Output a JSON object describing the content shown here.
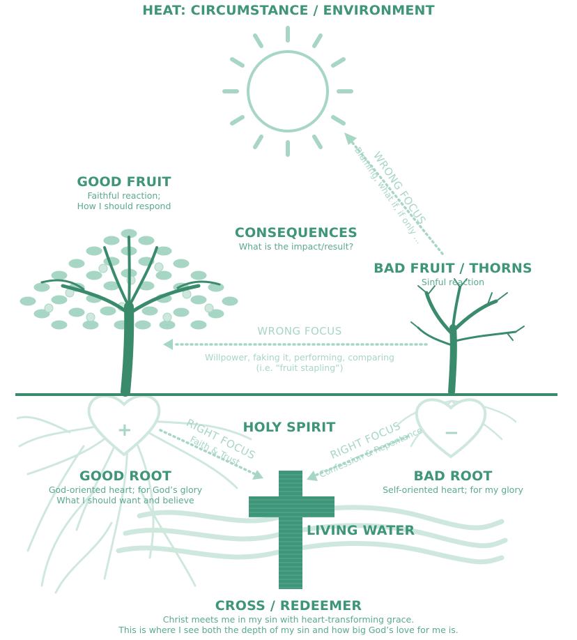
{
  "colors": {
    "primary": "#3f9579",
    "dark": "#3a8a6c",
    "pale": "#a7d6c4",
    "very_pale": "#cfe8de",
    "background": "#ffffff"
  },
  "heat": {
    "title": "HEAT: CIRCUMSTANCE / ENVIRONMENT",
    "icon": "sun-icon"
  },
  "good_fruit": {
    "title": "GOOD FRUIT",
    "line1": "Faithful reaction;",
    "line2": "How I should respond",
    "icon": "leafy-tree-icon"
  },
  "consequences": {
    "title": "CONSEQUENCES",
    "subtitle": "What is the impact/result?"
  },
  "bad_fruit": {
    "title": "BAD FRUIT / THORNS",
    "subtitle": "Sinful reaction",
    "icon": "dead-tree-icon"
  },
  "wrong_focus_diag": {
    "title": "WRONG FOCUS",
    "text": "Blaming, what if, if only ..."
  },
  "wrong_focus_horiz": {
    "title": "WRONG FOCUS",
    "line1": "Willpower, faking it, performing, comparing",
    "line2": "(i.e. “fruit stapling”)"
  },
  "holy_spirit": {
    "title": "HOLY SPIRIT"
  },
  "right_focus_left": {
    "title": "RIGHT FOCUS",
    "text": "Faith & Trust"
  },
  "right_focus_right": {
    "title": "RIGHT FOCUS",
    "text": "Confession & Repentance"
  },
  "good_root": {
    "title": "GOOD ROOT",
    "line1": "God-oriented heart; for God’s glory",
    "line2": "What I should want and believe",
    "symbol": "+"
  },
  "bad_root": {
    "title": "BAD ROOT",
    "subtitle": "Self-oriented heart; for my glory",
    "symbol": "−"
  },
  "living_water": {
    "title": "LIVING WATER"
  },
  "cross": {
    "title": "CROSS / REDEEMER",
    "line1": "Christ meets me in my sin with heart-transforming grace.",
    "line2": "This is where I see both the depth of my sin and how big God’s love for me is.",
    "icon": "cross-icon"
  }
}
